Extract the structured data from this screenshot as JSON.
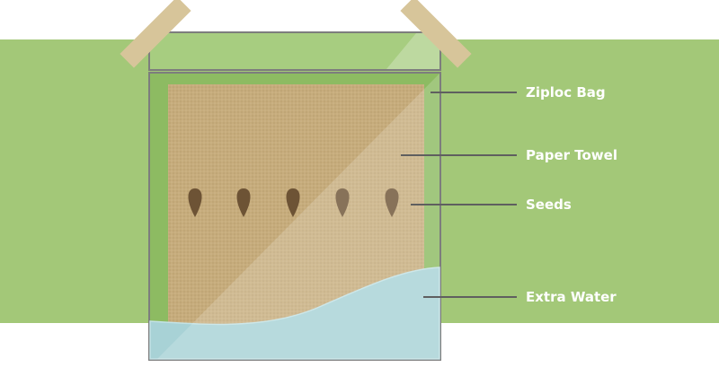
{
  "labels": {
    "ziploc_bag": "Ziploc Bag",
    "paper_towel": "Paper Towel",
    "seeds": "Seeds",
    "extra_water": "Extra Water"
  },
  "colors": {
    "background_band": "#a3c878",
    "bag_outline": "#7d7d7d",
    "paper_towel": "#c6ac7c",
    "seed": "#6d5335",
    "water": "#a8d2d6",
    "tape": "#d7c59a",
    "leader_line": "#5f5f5f",
    "label_text": "#ffffff"
  },
  "seeds_count": 5
}
